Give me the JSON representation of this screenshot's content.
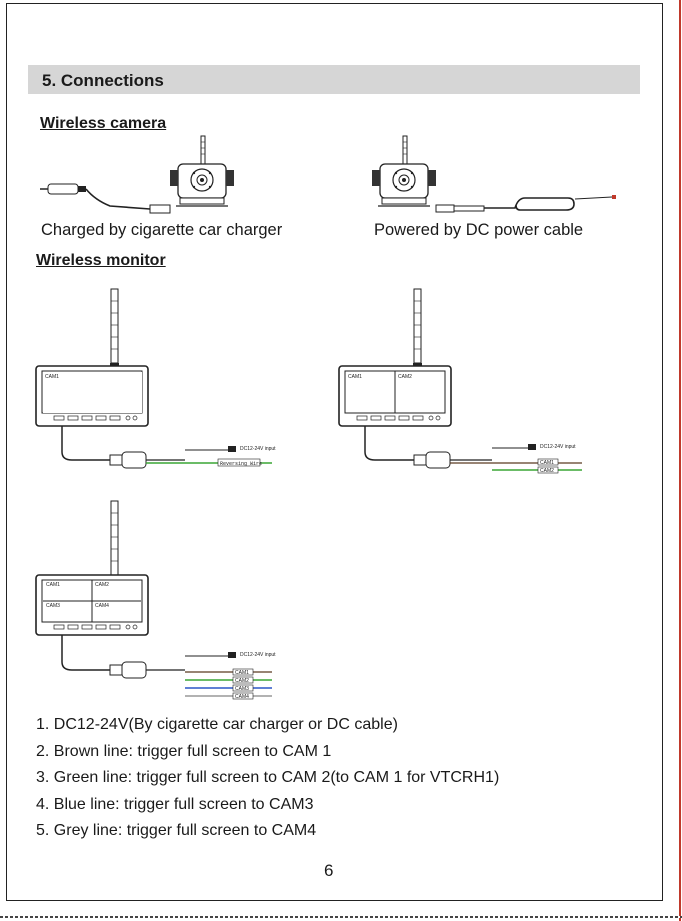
{
  "section": {
    "title": "5. Connections"
  },
  "wireless_camera": {
    "heading": "Wireless camera",
    "caption_left": "Charged by cigarette car charger",
    "caption_right": "Powered by DC power cable"
  },
  "wireless_monitor": {
    "heading": "Wireless monitor",
    "input_label": "DC12-24V input",
    "reversing_wire": "Reversing Wire",
    "screen_labels": [
      "CAM1",
      "CAM2",
      "CAM3",
      "CAM4"
    ],
    "wire_tags": [
      "CAM1",
      "CAM2",
      "CAM3",
      "CAM4"
    ]
  },
  "notes": [
    "1. DC12-24V(By cigarette car charger or DC cable)",
    "2. Brown line: trigger full screen to CAM 1",
    "3. Green line: trigger full screen to CAM 2(to CAM 1 for VTCRH1)",
    "4. Blue line: trigger full screen to CAM3",
    "5. Grey line: trigger full screen to CAM4"
  ],
  "page_number": "6",
  "colors": {
    "section_bar": "#d6d6d6",
    "green_wire": "#3aa635",
    "blue_wire": "#2b55c6",
    "grey_wire": "#999999",
    "brown_wire": "#5a3a22"
  }
}
